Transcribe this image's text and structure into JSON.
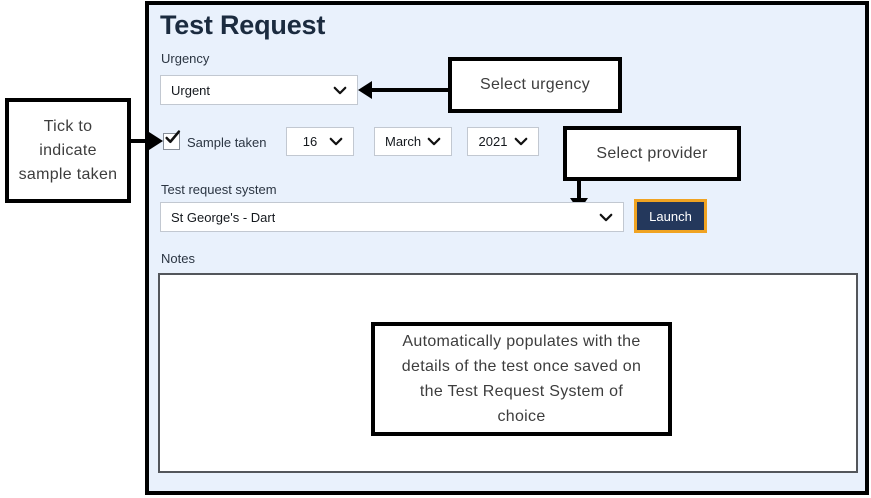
{
  "panel": {
    "title": "Test Request",
    "urgency_label": "Urgency",
    "urgency_value": "Urgent",
    "sample_label": "Sample taken",
    "sample_checked": true,
    "date": {
      "day": "16",
      "month": "March",
      "year": "2021"
    },
    "system_label": "Test request system",
    "system_value": "St George's - Dart",
    "launch_label": "Launch",
    "notes_label": "Notes",
    "notes_value": ""
  },
  "callouts": {
    "urgency": "Select urgency",
    "sample": "Tick to indicate sample taken",
    "provider": "Select provider",
    "notes": "Automatically populates with the details of the test once saved on the Test Request System of choice"
  },
  "icons": {
    "dropdown": "chevron-down",
    "checkbox": "check"
  },
  "colors": {
    "panel_bg": "#e9f1fc",
    "title_text": "#1b2b3f",
    "launch_bg": "#24385c",
    "launch_border": "#f0a322",
    "annotation_border": "#000000"
  }
}
